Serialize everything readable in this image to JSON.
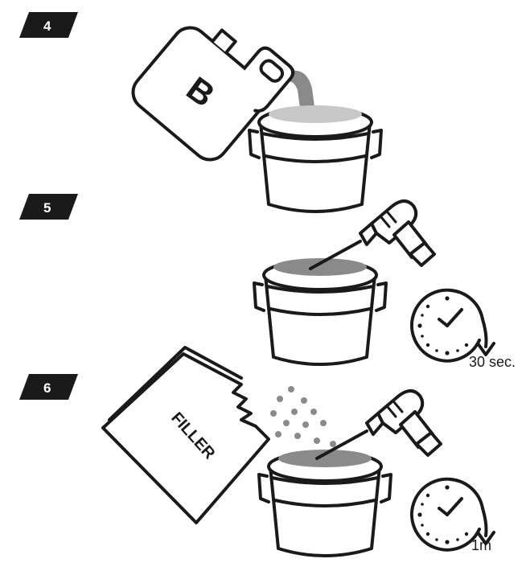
{
  "steps": [
    {
      "number": "4",
      "container_label": "B"
    },
    {
      "number": "5",
      "timer_label": "30 sec."
    },
    {
      "number": "6",
      "bag_label": "FILLER",
      "timer_label": "1m"
    }
  ],
  "colors": {
    "ink": "#1a1a1a",
    "liquid": "#8a8a8a",
    "liquid_light": "#c8c8c8",
    "badge": "#1a1a1a",
    "background": "#ffffff"
  },
  "icons": [
    "canister-icon",
    "bucket-icon",
    "drill-mixer-icon",
    "stopwatch-icon",
    "filler-bag-icon"
  ]
}
